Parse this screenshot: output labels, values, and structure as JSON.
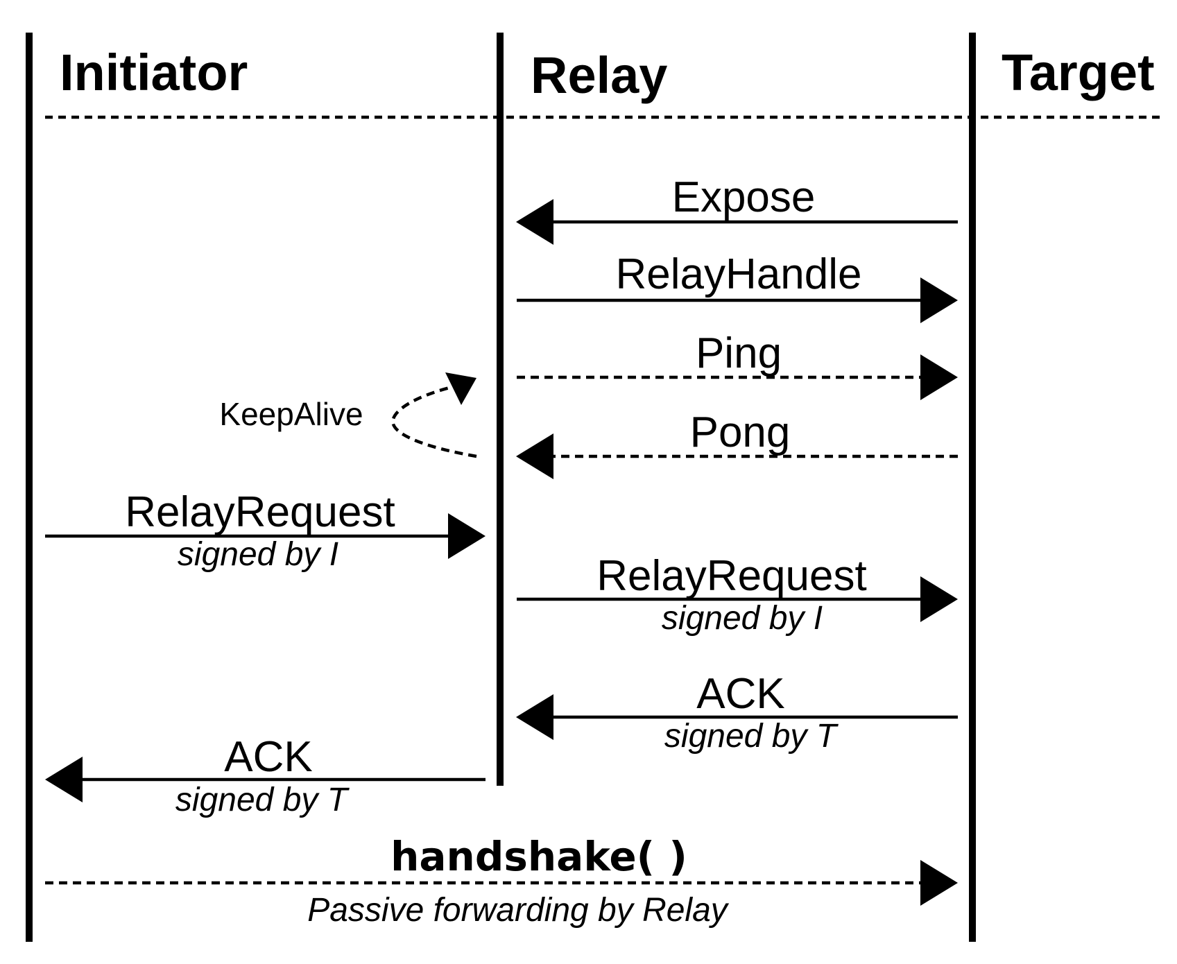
{
  "lifelines": {
    "initiator": {
      "label": "Initiator"
    },
    "relay": {
      "label": "Relay"
    },
    "target": {
      "label": "Target"
    }
  },
  "messages": [
    {
      "id": "expose",
      "label": "Expose",
      "from": "target",
      "to": "relay",
      "style": "solid",
      "sublabel": ""
    },
    {
      "id": "relay-handle",
      "label": "RelayHandle",
      "from": "relay",
      "to": "target",
      "style": "solid",
      "sublabel": ""
    },
    {
      "id": "ping",
      "label": "Ping",
      "from": "relay",
      "to": "target",
      "style": "dashed",
      "sublabel": ""
    },
    {
      "id": "pong",
      "label": "Pong",
      "from": "target",
      "to": "relay",
      "style": "dashed",
      "sublabel": ""
    },
    {
      "id": "relay-request-1",
      "label": "RelayRequest",
      "from": "initiator",
      "to": "relay",
      "style": "solid",
      "sublabel": "signed by I"
    },
    {
      "id": "relay-request-2",
      "label": "RelayRequest",
      "from": "relay",
      "to": "target",
      "style": "solid",
      "sublabel": "signed by I"
    },
    {
      "id": "ack-1",
      "label": "ACK",
      "from": "target",
      "to": "relay",
      "style": "solid",
      "sublabel": "signed by T"
    },
    {
      "id": "ack-2",
      "label": "ACK",
      "from": "relay",
      "to": "initiator",
      "style": "solid",
      "sublabel": "signed by T"
    },
    {
      "id": "handshake",
      "label": "handshake( )",
      "from": "initiator",
      "to": "target",
      "style": "dashed",
      "sublabel": "Passive forwarding by Relay"
    }
  ],
  "notes": {
    "keepalive": {
      "label": "KeepAlive"
    }
  }
}
